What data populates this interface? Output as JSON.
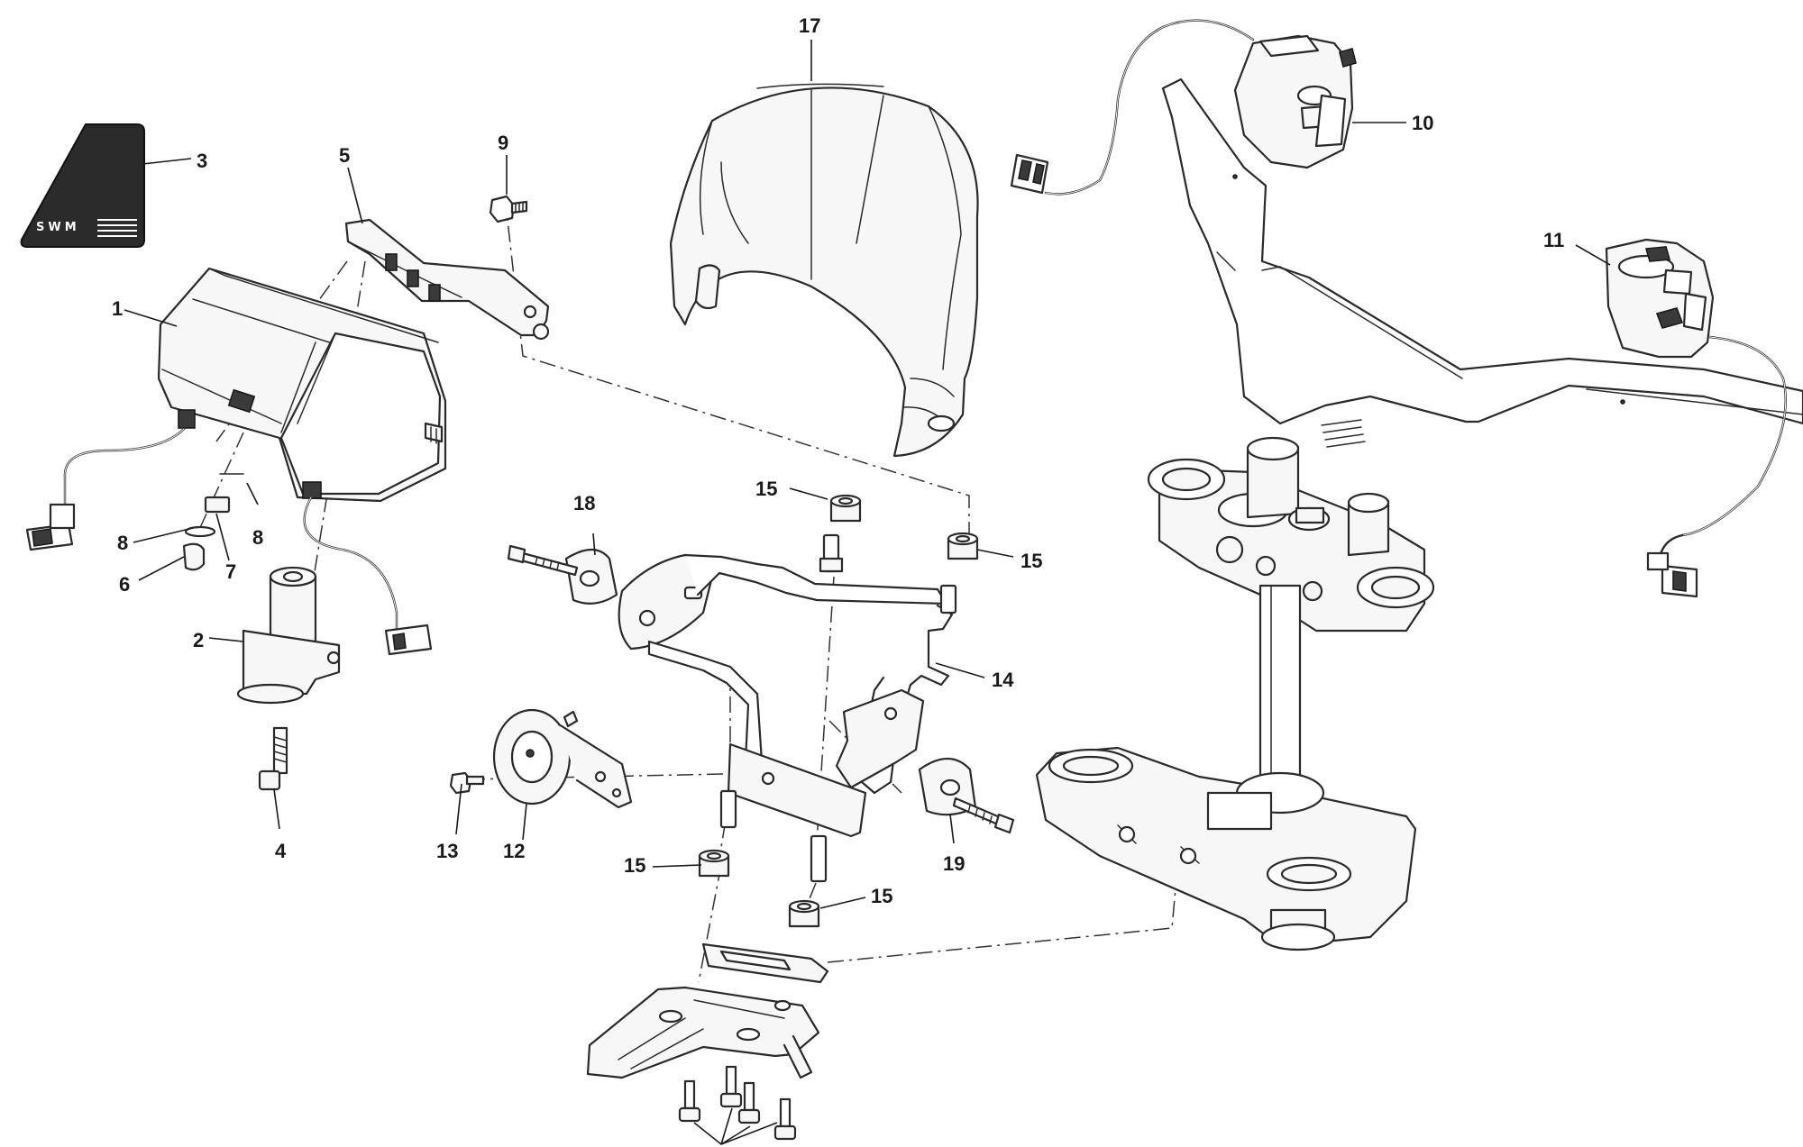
{
  "diagram": {
    "callouts": {
      "c1": "1",
      "c2": "2",
      "c3": "3",
      "c4": "4",
      "c5": "5",
      "c6": "6",
      "c7": "7",
      "c8a": "8",
      "c8b": "8",
      "c9": "9",
      "c10": "10",
      "c11": "11",
      "c12": "12",
      "c13": "13",
      "c14": "14",
      "c15a": "15",
      "c15b": "15",
      "c15c": "15",
      "c15d": "15",
      "c17": "17",
      "c18": "18",
      "c19": "19"
    },
    "logo_text": "SWM",
    "colors": {
      "line": "#2a2a2a",
      "fill": "#f7f7f7",
      "logo": "#2b2b2b"
    }
  }
}
